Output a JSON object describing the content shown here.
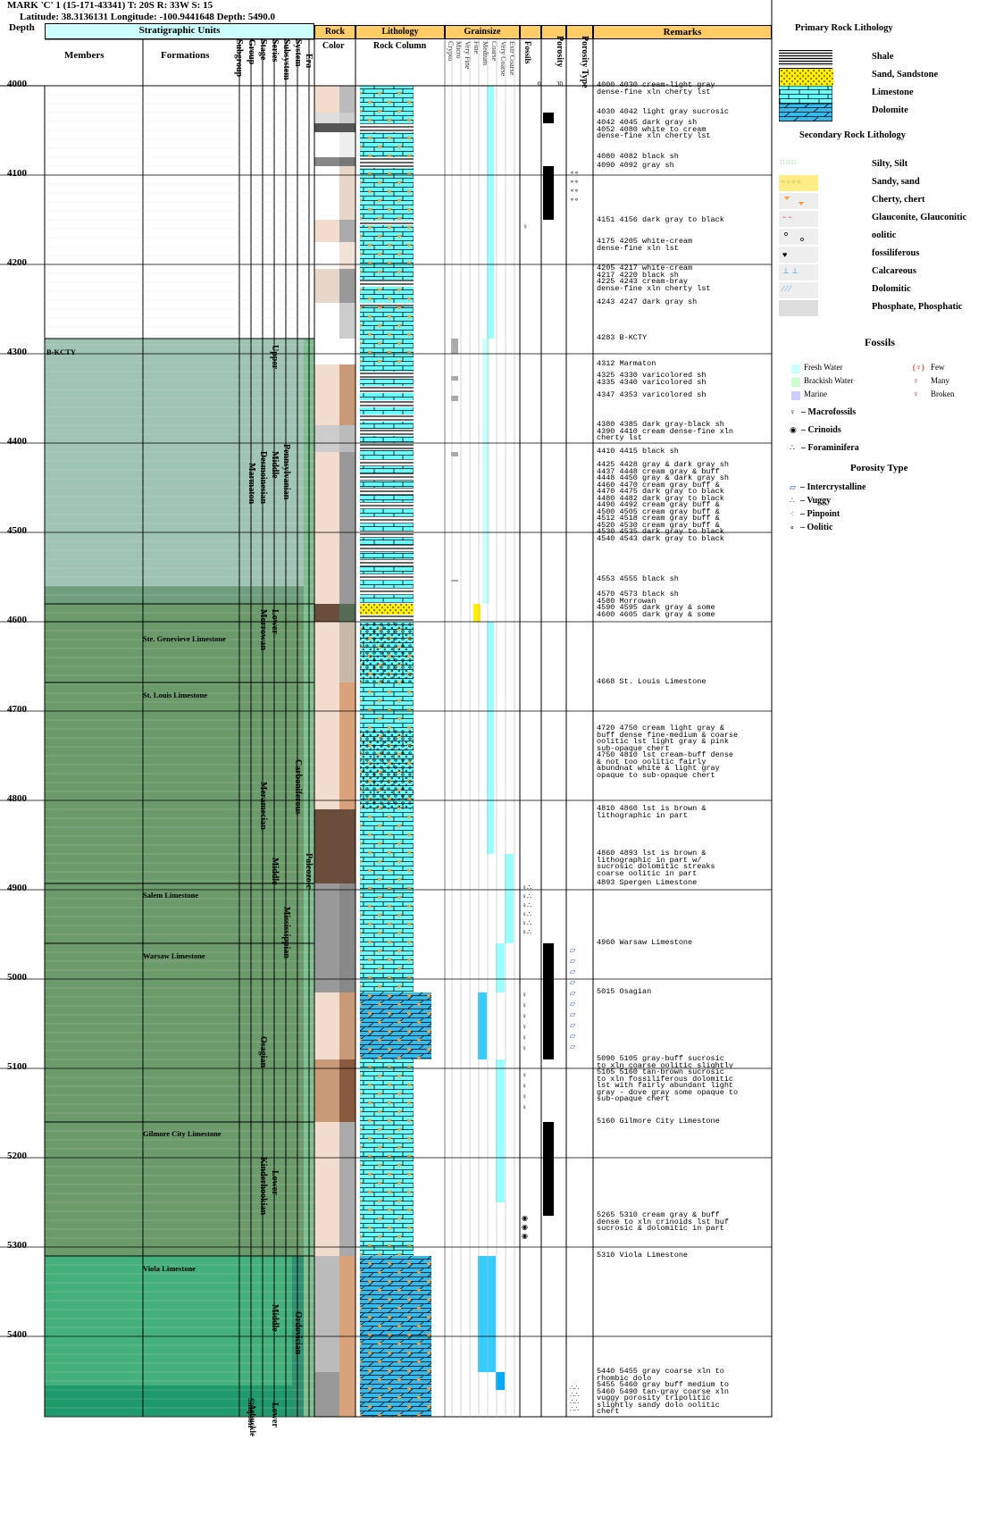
{
  "header": {
    "title": "MARK 'C' 1 (15-171-43341) T: 20S R: 33W S: 15",
    "subtitle": "Latitude: 38.3136131 Longitude: -100.9441648 Depth: 5490.0",
    "depth_label": "Depth"
  },
  "columns": {
    "strat_units": "Stratigraphic Units",
    "members": "Members",
    "formations": "Formations",
    "ranks": [
      "Subgroup",
      "Group",
      "Stage",
      "Series",
      "Subsystem",
      "System",
      "Era"
    ],
    "rock": "Rock",
    "color": "Color",
    "lithology": "Lithology",
    "rock_column": "Rock Column",
    "grainsize": "Grainsize",
    "grain_classes": [
      "Crypto",
      "Micro",
      "Very Fine",
      "Fine",
      "Medium",
      "Coarse",
      "Very Coarse",
      "Extr Coarse"
    ],
    "fossils": "Fossils",
    "porosity": "Porosity",
    "porosity_scale": [
      "0",
      "30"
    ],
    "porosity_type": "Porosity Type",
    "remarks": "Remarks"
  },
  "depth_ticks": [
    "4000",
    "4100",
    "4200",
    "4300",
    "4400",
    "4500",
    "4600",
    "4700",
    "4800",
    "4900",
    "5000",
    "5100",
    "5200",
    "5300",
    "5400"
  ],
  "units": {
    "member_b_kcty": "B-KCTY",
    "formations": [
      "Ste. Genevieve Limestone",
      "St. Louis Limestone",
      "Salem Limestone",
      "Warsaw Limestone",
      "Gilmore City Limestone",
      "Viola Limestone"
    ],
    "series": [
      "Upper",
      "Middle",
      "Lower",
      "Middle",
      "Lower",
      "Middle",
      "Lower"
    ],
    "stages": [
      "Desmoinesian",
      "Morrowan",
      "Meramecian",
      "Osagian",
      "Kinderhookian"
    ],
    "groups": [
      "Marmaton"
    ],
    "systems": [
      "Pennsylvanian",
      "Mississippian",
      "Carboniferous",
      "Ordovician"
    ],
    "era": "Paleozoic",
    "bottom_labels": [
      "Simpson",
      "Arbuckle"
    ]
  },
  "remarks": [
    {
      "d": 4000,
      "t": "4000 4030 cream-light gray\ndense-fine xln cherty lst"
    },
    {
      "d": 4030,
      "t": "4030 4042 light gray sucrosic"
    },
    {
      "d": 4042,
      "t": "4042 4045 dark gray sh\n4052 4080 white to cream\ndense-fine xln cherty lst"
    },
    {
      "d": 4080,
      "t": "4080 4082 black sh"
    },
    {
      "d": 4090,
      "t": "4090 4092 gray sh"
    },
    {
      "d": 4151,
      "t": "4151 4156 dark gray to black"
    },
    {
      "d": 4175,
      "t": "4175 4205 white-cream\ndense-fine xln lst"
    },
    {
      "d": 4205,
      "t": "4205 4217 white-cream\n4217 4220 black sh\n4225 4243 cream-bray\ndense-fine xln cherty lst"
    },
    {
      "d": 4243,
      "t": "4243 4247 dark gray sh"
    },
    {
      "d": 4283,
      "t": "4283 B-KCTY"
    },
    {
      "d": 4312,
      "t": "4312 Marmaton"
    },
    {
      "d": 4325,
      "t": "4325 4330 varicolored sh\n4335 4340 varicolored sh"
    },
    {
      "d": 4347,
      "t": "4347 4353 varicolored sh"
    },
    {
      "d": 4380,
      "t": "4380 4385 dark gray-black sh\n4390 4410 cream dense-fine xln\ncherty lst"
    },
    {
      "d": 4410,
      "t": "4410 4415 black sh"
    },
    {
      "d": 4425,
      "t": "4425 4428 gray & dark gray sh\n4437 4448 cream gray & buff\n4448 4450 gray & dark gray sh\n4460 4470 cream gray buff &\n4470 4475 dark gray to black\n4480 4482 dark gray to black\n4490 4492 cream gray buff &\n4500 4505 cream gray buff &\n4512 4518 cream gray buff &\n4520 4530 cream gray buff &\n4530 4535 dark gray to black\n4540 4543 dark gray to black"
    },
    {
      "d": 4553,
      "t": "4553 4555 black sh"
    },
    {
      "d": 4570,
      "t": "4570 4573 black sh\n4580 Morrowan\n4590 4595 dark gray & some\n4600 4605 dark gray & some"
    },
    {
      "d": 4668,
      "t": "4668 St. Louis Limestone"
    },
    {
      "d": 4720,
      "t": "4720 4750 cream light gray &\nbuff dense fine-medium & coarse\noolitic lst light gray & pink\nsub-opaque chert\n4750 4810 lst cream-buff dense\n& not too oolitic fairly\nabundnat white & light gray\nopaque to sub-opaque chert"
    },
    {
      "d": 4810,
      "t": "4810 4860 lst is brown &\nlithographic in part"
    },
    {
      "d": 4860,
      "t": "4860 4893 lst is brown &\nlithographic in part w/\nsucrosic dolomitic streaks\ncoarse oolitic in part"
    },
    {
      "d": 4893,
      "t": "4893 Spergen Limestone"
    },
    {
      "d": 4960,
      "t": "4960 Warsaw Limestone"
    },
    {
      "d": 5015,
      "t": "5015 Osagian"
    },
    {
      "d": 5090,
      "t": "5090 5105 gray-buff sucrosic\nto xln coarse oolitic slightly\n5105 5160 tan-brown sucrosic\nto xln fossiliferous dolomitic\nlst with fairly abundant light\ngray - dove gray some opaque to\nsub-opaque chert"
    },
    {
      "d": 5160,
      "t": "5160 Gilmore City Limestone"
    },
    {
      "d": 5265,
      "t": "5265 5310 cream gray & buff\ndense to xln crinoids lst buf\nsucrosic & dolomitic in part"
    },
    {
      "d": 5310,
      "t": "5310 Viola Limestone"
    },
    {
      "d": 5440,
      "t": "5440 5455 gray coarse xln to\nrhombic dolo\n5455 5460 gray buff medium to\n5460 5490 tan-gray coarse xln\nvuggy porosity tripolitic\nslightly sandy dolo oolitic\nchert"
    }
  ],
  "legend": {
    "primary_title": "Primary Rock Lithology",
    "primary": [
      "Shale",
      "Sand, Sandstone",
      "Limestone",
      "Dolomite"
    ],
    "secondary_title": "Secondary Rock Lithology",
    "secondary": [
      "Silty, Silt",
      "Sandy, sand",
      "Cherty, chert",
      "Glauconite, Glauconitic",
      "oolitic",
      "fossiliferous",
      "Calcareous",
      "Dolomitic",
      "Phosphate, Phosphatic"
    ],
    "fossils_title": "Fossils",
    "water": [
      "Fresh Water",
      "Brackish Water",
      "Marine"
    ],
    "abundance": [
      "Few",
      "Many",
      "Broken"
    ],
    "fossil_types": [
      "– Macrofossils",
      "– Crinoids",
      "– Foraminifera"
    ],
    "porosity_title": "Porosity Type",
    "porosity_types": [
      "– Intercrystalline",
      "– Vuggy",
      "– Pinpoint",
      "– Oolitic"
    ]
  },
  "colors": {
    "header": "#ffcc66",
    "strat_header": "#ccffff",
    "limestone": "#66ffff",
    "dolomite": "#33ccff",
    "sand": "#ffee00",
    "penn": "#9fc4b4",
    "miss": "#6b9a6b",
    "ordo": "#44b07c"
  }
}
